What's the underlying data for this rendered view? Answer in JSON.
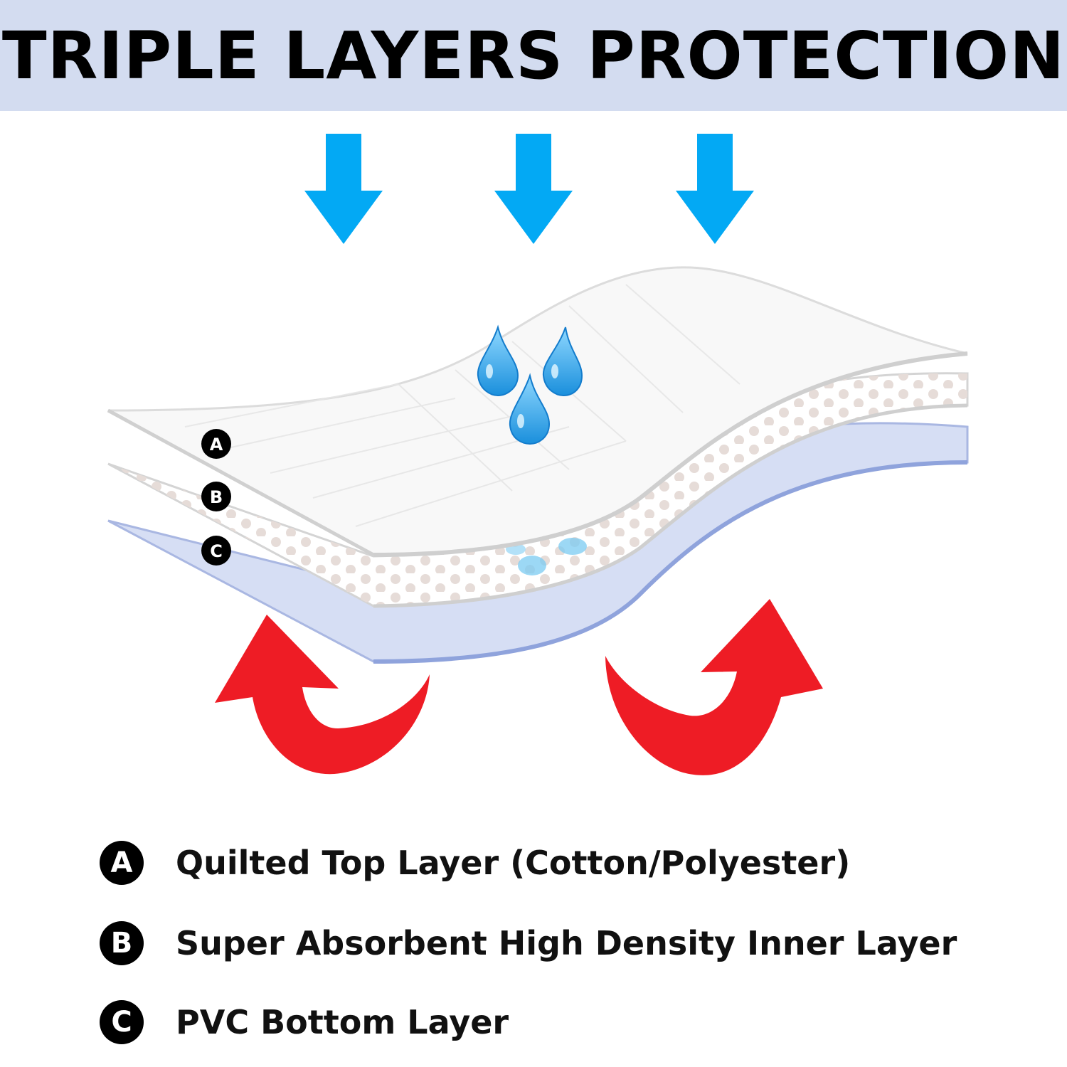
{
  "title": "TRIPLE LAYERS PROTECTION",
  "colors": {
    "title_band": "#d3dcf0",
    "down_arrow": "#03a9f4",
    "airflow_arrow": "#ee1c25",
    "water_drop": "#2aa3e8",
    "pvc_layer": "#d6def4",
    "dot_pattern": "#e6dcd8"
  },
  "icons": {
    "down_arrows": "arrow-down-icon",
    "drops": "water-drop-icon",
    "airflow": "curved-arrow-icon"
  },
  "diagram_labels": {
    "a": "A",
    "b": "B",
    "c": "C"
  },
  "legend": [
    {
      "letter": "A",
      "text": "Quilted Top Layer (Cotton/Polyester)"
    },
    {
      "letter": "B",
      "text": "Super Absorbent High Density Inner Layer"
    },
    {
      "letter": "C",
      "text": "PVC Bottom Layer"
    }
  ]
}
